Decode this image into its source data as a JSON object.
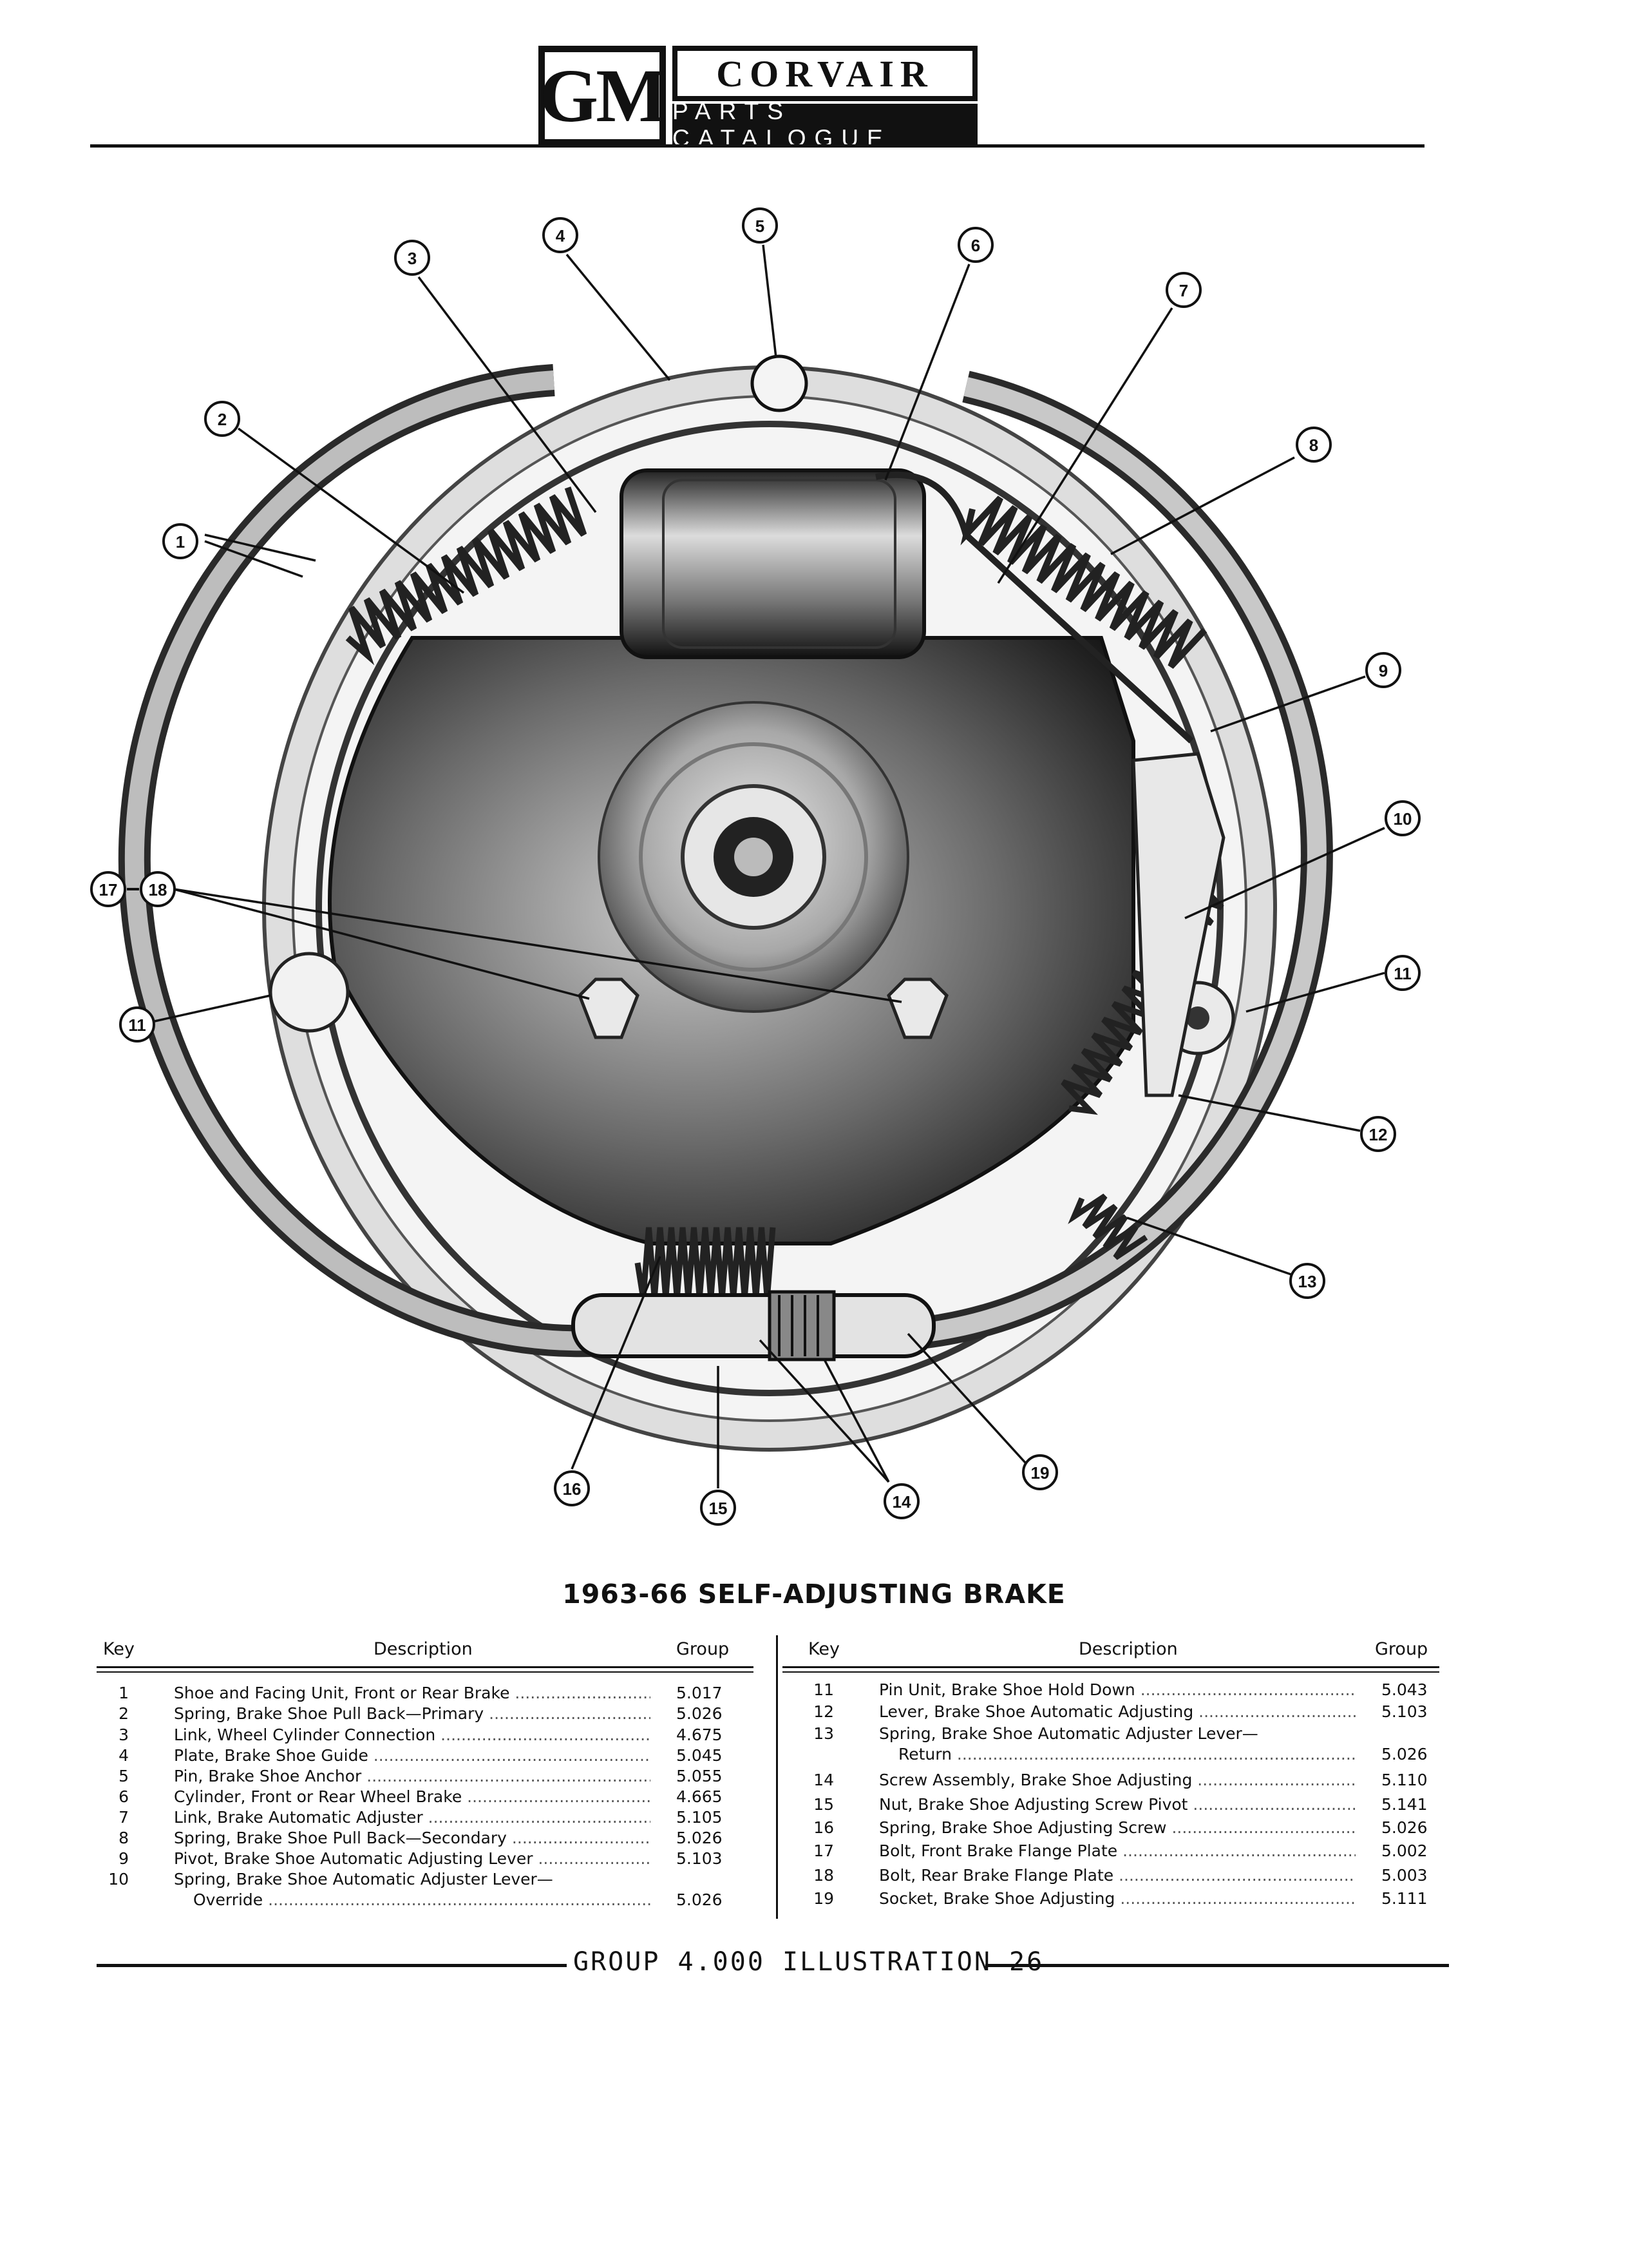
{
  "header": {
    "logo": "GM",
    "brand": "CORVAIR",
    "catalog": "PARTS CATALOGUE"
  },
  "callouts": [
    "1",
    "2",
    "3",
    "4",
    "5",
    "6",
    "7",
    "8",
    "9",
    "10",
    "11",
    "11",
    "12",
    "13",
    "14",
    "15",
    "16",
    "17",
    "18",
    "19"
  ],
  "figure_title": "1963-66 SELF-ADJUSTING BRAKE",
  "table_headers": {
    "key": "Key",
    "description": "Description",
    "group": "Group"
  },
  "parts_left": [
    {
      "key": "1",
      "desc": "Shoe and Facing Unit, Front or Rear Brake",
      "group": "5.017"
    },
    {
      "key": "2",
      "desc": "Spring, Brake Shoe Pull Back—Primary",
      "group": "5.026"
    },
    {
      "key": "3",
      "desc": "Link, Wheel Cylinder Connection",
      "group": "4.675"
    },
    {
      "key": "4",
      "desc": "Plate, Brake Shoe Guide",
      "group": "5.045"
    },
    {
      "key": "5",
      "desc": "Pin, Brake Shoe Anchor",
      "group": "5.055"
    },
    {
      "key": "6",
      "desc": "Cylinder, Front or Rear Wheel Brake",
      "group": "4.665"
    },
    {
      "key": "7",
      "desc": "Link, Brake Automatic Adjuster",
      "group": "5.105"
    },
    {
      "key": "8",
      "desc": "Spring, Brake Shoe Pull Back—Secondary",
      "group": "5.026"
    },
    {
      "key": "9",
      "desc": "Pivot, Brake Shoe Automatic Adjusting Lever",
      "group": "5.103"
    },
    {
      "key": "10",
      "desc": "Spring, Brake Shoe Automatic Adjuster Lever—",
      "desc2": "Override",
      "group": "5.026"
    }
  ],
  "parts_right": [
    {
      "key": "11",
      "desc": "Pin Unit, Brake Shoe Hold Down",
      "group": "5.043"
    },
    {
      "key": "12",
      "desc": "Lever, Brake Shoe Automatic Adjusting",
      "group": "5.103"
    },
    {
      "key": "13",
      "desc": "Spring, Brake Shoe Automatic Adjuster Lever—",
      "desc2": "Return",
      "group": "5.026"
    },
    {
      "key": "14",
      "desc": "Screw Assembly, Brake Shoe Adjusting",
      "group": "5.110"
    },
    {
      "key": "15",
      "desc": "Nut, Brake Shoe Adjusting Screw Pivot",
      "group": "5.141"
    },
    {
      "key": "16",
      "desc": "Spring, Brake Shoe Adjusting Screw",
      "group": "5.026"
    },
    {
      "key": "17",
      "desc": "Bolt, Front Brake Flange Plate",
      "group": "5.002"
    },
    {
      "key": "18",
      "desc": "Bolt, Rear Brake Flange Plate",
      "group": "5.003"
    },
    {
      "key": "19",
      "desc": "Socket, Brake Shoe Adjusting",
      "group": "5.111"
    }
  ],
  "footer": "GROUP 4.000 ILLUSTRATION 26"
}
